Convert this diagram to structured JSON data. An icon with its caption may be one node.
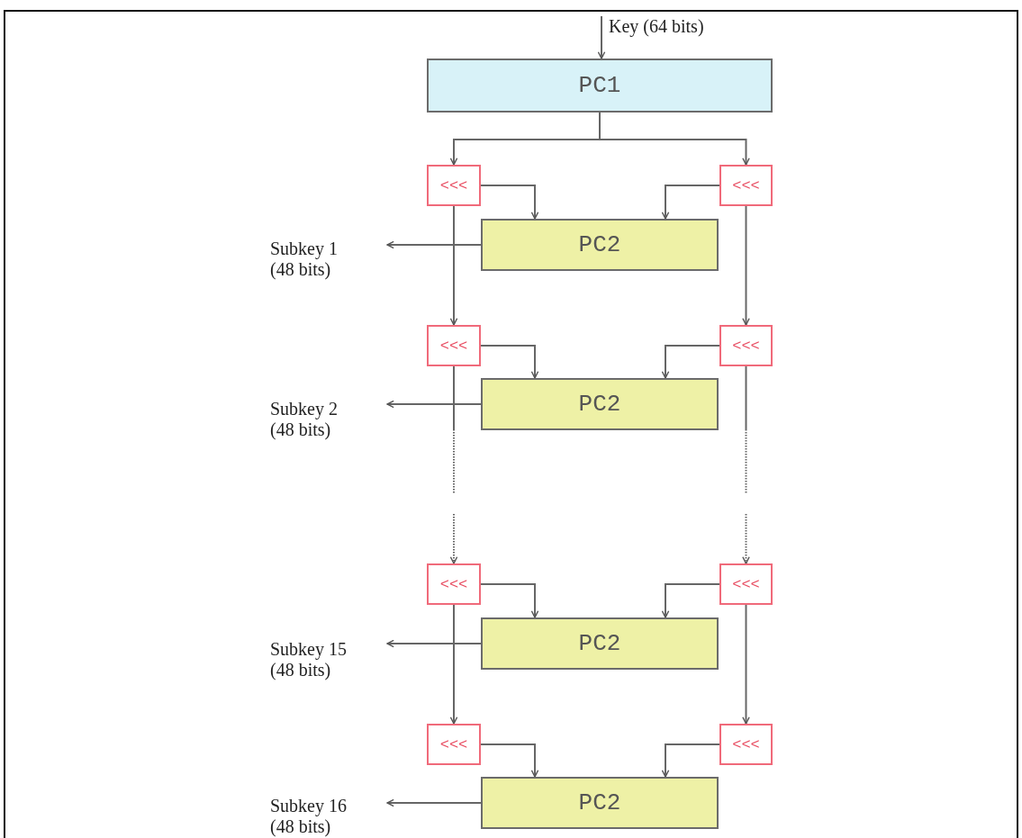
{
  "diagram": {
    "nodes": [
      {
        "text": [
          "Key (64 bits)"
        ]
      },
      {
        "text": [
          "PC1"
        ]
      },
      {
        "text": [
          "<<<"
        ]
      },
      {
        "text": [
          "<<<"
        ]
      },
      {
        "text": [
          "PC2"
        ]
      },
      {
        "text": [
          "Subkey 1 (48 bits)"
        ]
      },
      {
        "text": [
          "<<<"
        ]
      },
      {
        "text": [
          "<<<"
        ]
      },
      {
        "text": [
          "PC2"
        ]
      },
      {
        "text": [
          "Subkey 2 (48 bits)"
        ]
      },
      {
        "text": [
          "<<<"
        ]
      },
      {
        "text": [
          "<<<"
        ]
      },
      {
        "text": [
          "PC2"
        ]
      },
      {
        "text": [
          "Subkey 15 (48 bits)"
        ]
      },
      {
        "text": [
          "<<<"
        ]
      },
      {
        "text": [
          "<<<"
        ]
      },
      {
        "text": [
          "PC2"
        ]
      },
      {
        "text": [
          "Subkey 16 (48 bits)"
        ]
      }
    ],
    "edges": [
      {
        "from": 0,
        "to": 1,
        "arrow": "to"
      },
      {
        "from": 1,
        "to": 2,
        "arrow": "to"
      },
      {
        "from": 1,
        "to": 3,
        "arrow": "to"
      },
      {
        "from": 2,
        "to": 4,
        "arrow": "to"
      },
      {
        "from": 3,
        "to": 4,
        "arrow": "to"
      },
      {
        "from": 4,
        "to": 5,
        "arrow": "to"
      },
      {
        "from": 2,
        "to": 6,
        "arrow": "to"
      },
      {
        "from": 3,
        "to": 7,
        "arrow": "to"
      },
      {
        "from": 6,
        "to": 8,
        "arrow": "to"
      },
      {
        "from": 7,
        "to": 8,
        "arrow": "to"
      },
      {
        "from": 8,
        "to": 9,
        "arrow": "to"
      },
      {
        "from": 6,
        "to": 10,
        "arrow": "to",
        "style": "dashed"
      },
      {
        "from": 7,
        "to": 11,
        "arrow": "to",
        "style": "dashed"
      },
      {
        "from": 10,
        "to": 12,
        "arrow": "to"
      },
      {
        "from": 11,
        "to": 12,
        "arrow": "to"
      },
      {
        "from": 12,
        "to": 13,
        "arrow": "to"
      },
      {
        "from": 10,
        "to": 14,
        "arrow": "to"
      },
      {
        "from": 11,
        "to": 15,
        "arrow": "to"
      },
      {
        "from": 14,
        "to": 16,
        "arrow": "to"
      },
      {
        "from": 15,
        "to": 16,
        "arrow": "to"
      },
      {
        "from": 16,
        "to": 17,
        "arrow": "to"
      }
    ]
  }
}
